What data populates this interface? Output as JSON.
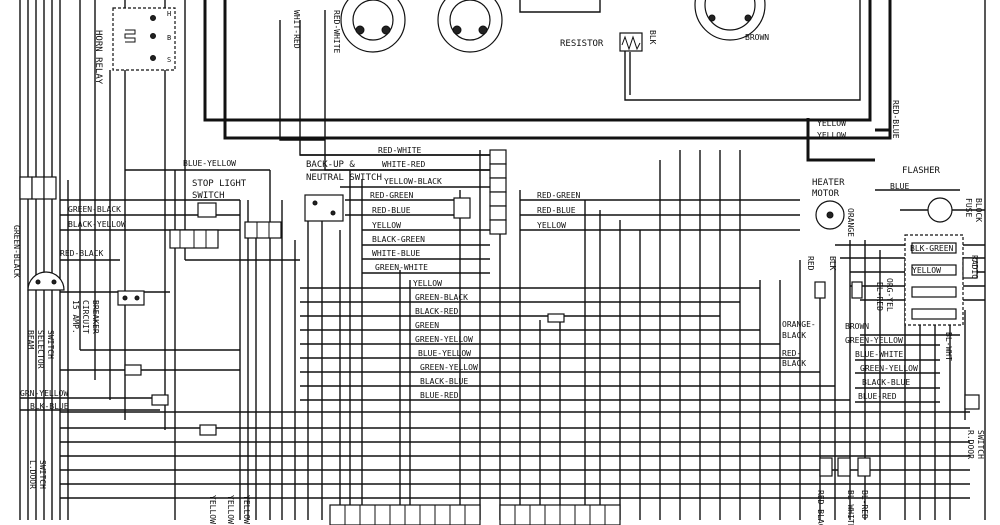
{
  "labels": {
    "horn_relay": "HORN RELAY",
    "resistor": "RESISTOR",
    "blk": "BLK",
    "brown": "BROWN",
    "whit_red": "WHIT-RED",
    "red_white_top": "RED-WHITE",
    "blue_yellow_top": "BLUE-YELLOW",
    "backup_neutral_1": "BACK-UP &",
    "backup_neutral_2": "NEUTRAL SWITCH",
    "stop_light_1": "STOP LIGHT",
    "stop_light_2": "SWITCH",
    "green_black_left": "GREEN-BLACK",
    "black_yellow_left": "BLACK-YELLOW",
    "green_black_vertical": "GREEN-BLACK",
    "red_black_left": "RED-BLACK",
    "circuit_breaker_1": "15 AMP.",
    "circuit_breaker_2": "CIRCUIT",
    "circuit_breaker_3": "BREAKER",
    "beam_selector_1": "BEAM",
    "beam_selector_2": "SELECTOR",
    "beam_selector_3": "SWITCH",
    "grn_yellow": "GRN-YELLOW",
    "blk_blue": "BLK-BLUE",
    "l_door_1": "L.DOOR",
    "l_door_2": "SWITCH",
    "r_door_1": "R.DOOR",
    "r_door_2": "SWITCH",
    "yellow_r1": "YELLOW",
    "yellow_r2": "YELLOW",
    "red_blue_r": "RED-BLUE",
    "flasher": "FLASHER",
    "blue_flasher": "BLUE",
    "fuse_block_1": "FUSE",
    "fuse_block_2": "BLOCK",
    "radio": "RADIO",
    "heater_motor_1": "HEATER",
    "heater_motor_2": "MOTOR",
    "orange": "ORANGE",
    "red": "RED",
    "blk_short": "BLK",
    "blk_green": "BLK-GREEN",
    "yellow_fuse": "YELLOW",
    "bl_red": "BL-RED",
    "org_yel": "ORG-YEL",
    "bl_wht": "BL-WHT",
    "orange_black_1": "ORANGE-",
    "orange_black_2": "BLACK",
    "red_black_r_1": "RED-",
    "red_black_r_2": "BLACK",
    "brown_r": "BROWN",
    "green_yellow_r1": "GREEN-YELLOW",
    "blue_white_r": "BLUE-WHITE",
    "green_yellow_r2": "GREEN-YELLOW",
    "black_blue_r": "BLACK-BLUE",
    "blue_red_r": "BLUE-RED",
    "red_black_bottom": "RED-BLACK",
    "bl_white_bottom": "BL-WHITE",
    "bl_red_bottom": "BL-RED"
  },
  "center_labels_left": [
    "RED-WHITE",
    "WHITE-RED",
    "YELLOW-BLACK",
    "RED-GREEN",
    "RED-BLUE",
    "YELLOW",
    "BLACK-GREEN",
    "WHITE-BLUE",
    "GREEN-WHITE"
  ],
  "center_labels_right": [
    "RED-GREEN",
    "RED-BLUE",
    "YELLOW"
  ],
  "center_labels_lower": [
    "YELLOW",
    "GREEN-BLACK",
    "BLACK-RED",
    "GREEN",
    "GREEN-YELLOW",
    "BLUE-YELLOW",
    "GREEN-YELLOW",
    "BLACK-BLUE",
    "BLUE-RED"
  ],
  "bottom_labels": [
    "YELLOW",
    "YELLOW",
    "YELLOW"
  ]
}
